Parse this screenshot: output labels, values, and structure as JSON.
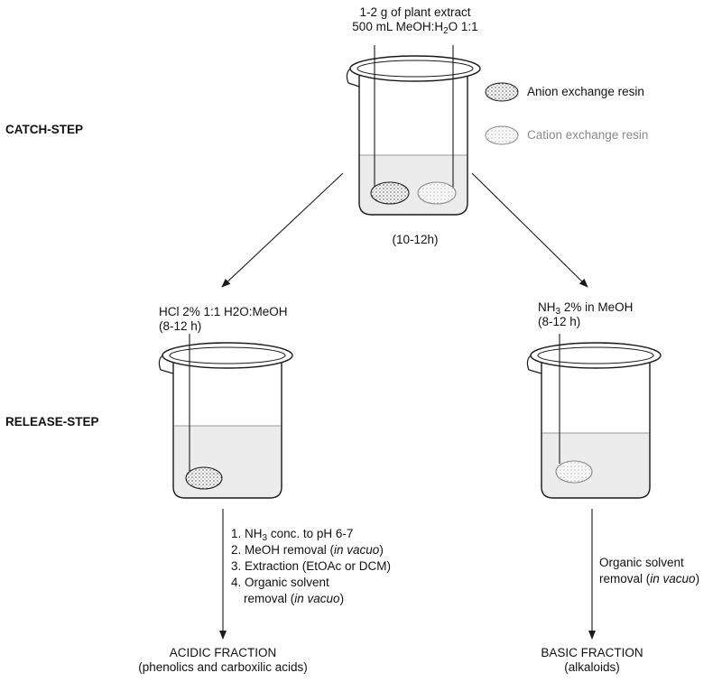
{
  "labels": {
    "catch_step": "CATCH-STEP",
    "release_step": "RELEASE-STEP",
    "time_catch": "(10-12h)"
  },
  "top_beaker": {
    "line1": "1-2 g of plant extract",
    "line2_pre": "500 mL MeOH:H",
    "line2_sub": "2",
    "line2_post": "O 1:1"
  },
  "legend": {
    "anion": "Anion exchange resin",
    "cation": "Cation exchange resin"
  },
  "left_beaker": {
    "reagent": "HCl 2% 1:1 H2O:MeOH",
    "time": "(8-12 h)"
  },
  "right_beaker": {
    "reagent_pre": "NH",
    "reagent_sub": "3",
    "reagent_post": " 2% in MeOH",
    "time": "(8-12 h)"
  },
  "left_steps": {
    "s1_pre": "1. NH",
    "s1_sub": "3",
    "s1_post": " conc. to pH 6-7",
    "s2_pre": "2. MeOH removal (",
    "s2_it": "in vacuo",
    "s2_post": ")",
    "s3": "3. Extraction (EtOAc or DCM)",
    "s4a": "4. Organic solvent",
    "s4b_pre": "removal (",
    "s4b_it": "in vacuo",
    "s4b_post": ")"
  },
  "right_steps": {
    "line1": "Organic solvent",
    "line2_pre": "removal (",
    "line2_it": "in vacuo",
    "line2_post": ")"
  },
  "left_result": {
    "title": "ACIDIC FRACTION",
    "subtitle": "(phenolics and carboxilic acids)"
  },
  "right_result": {
    "title": "BASIC FRACTION",
    "subtitle": "(alkaloids)"
  },
  "colors": {
    "line": "#1a1a1a",
    "liquid": "#ececec",
    "anion_resin": "#555555",
    "cation_resin": "#a8a8a8"
  }
}
